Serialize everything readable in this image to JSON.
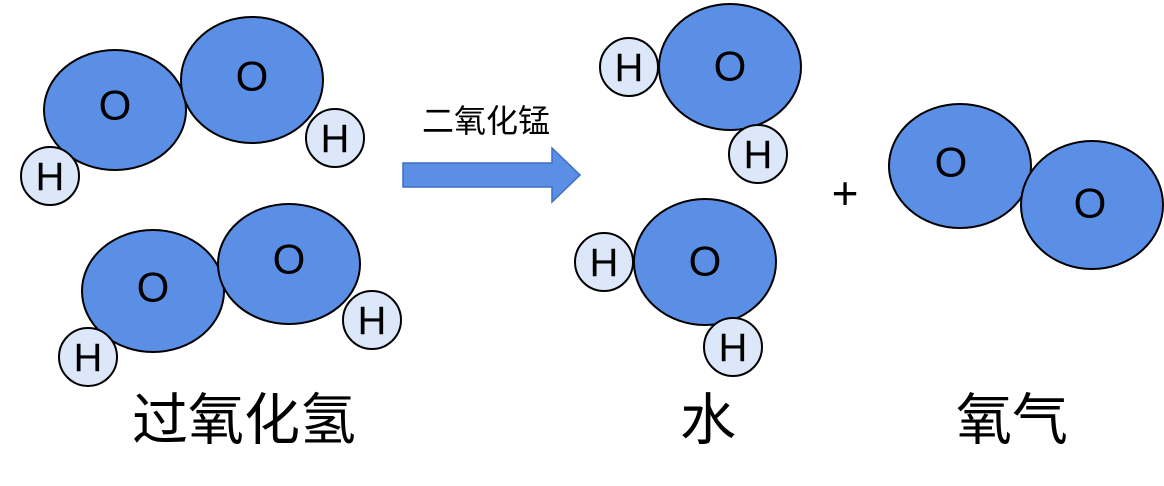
{
  "labels": {
    "hydrogen_peroxide": "过氧化氢",
    "catalyst": "二氧化锰",
    "water": "水",
    "plus": "+",
    "oxygen": "氧气"
  },
  "atoms": {
    "oxygen_symbol": "O",
    "hydrogen_symbol": "H"
  },
  "colors": {
    "oxygen_atom": "#5b8fe6",
    "hydrogen_atom": "#dce8f9",
    "arrow": "#5b8fe6"
  }
}
